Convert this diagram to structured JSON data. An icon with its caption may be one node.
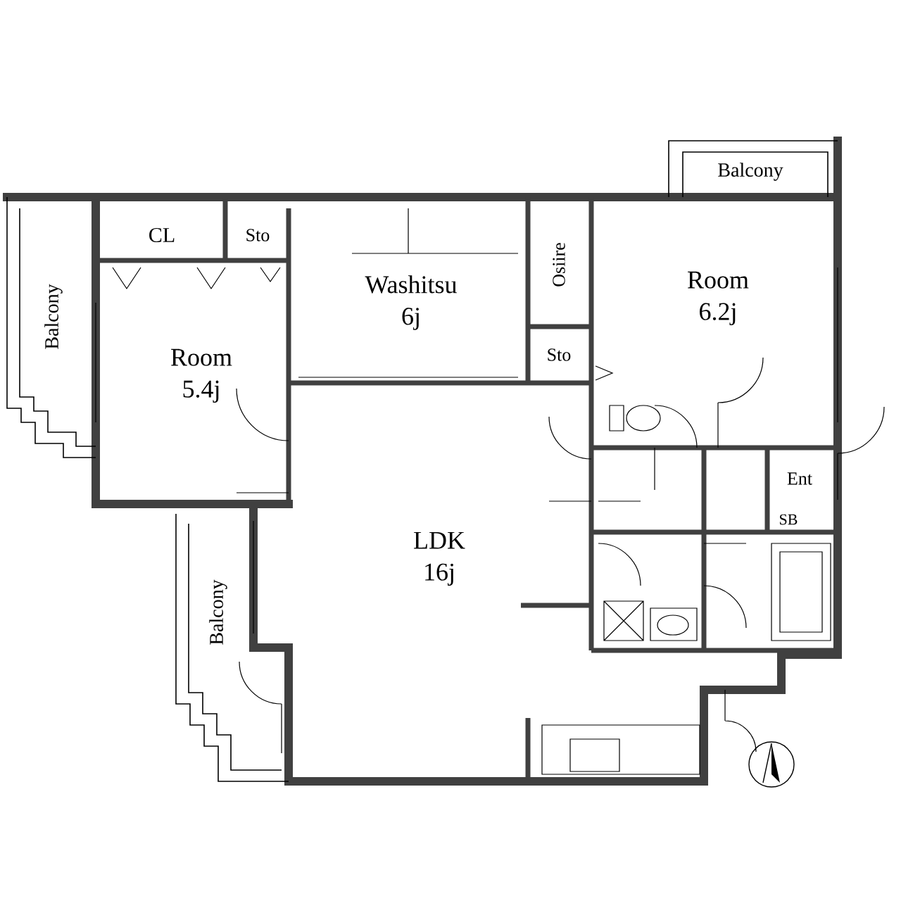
{
  "diagram": {
    "nodes": [
      {
        "text": [
          "Balcony"
        ]
      },
      {
        "text": [
          "Balcony"
        ]
      },
      {
        "text": [
          "CL"
        ]
      },
      {
        "text": [
          "Sto"
        ]
      },
      {
        "text": [
          "Washitsu",
          "6j"
        ]
      },
      {
        "text": [
          "Osiire"
        ]
      },
      {
        "text": [
          "Room",
          "6.2j"
        ]
      },
      {
        "text": [
          "Room",
          "5.4j"
        ]
      },
      {
        "text": [
          "Sto"
        ]
      },
      {
        "text": [
          "LDK",
          "16j"
        ]
      },
      {
        "text": [
          "Balcony"
        ]
      },
      {
        "text": [
          "Ent"
        ]
      },
      {
        "text": [
          "SB"
        ]
      }
    ]
  }
}
